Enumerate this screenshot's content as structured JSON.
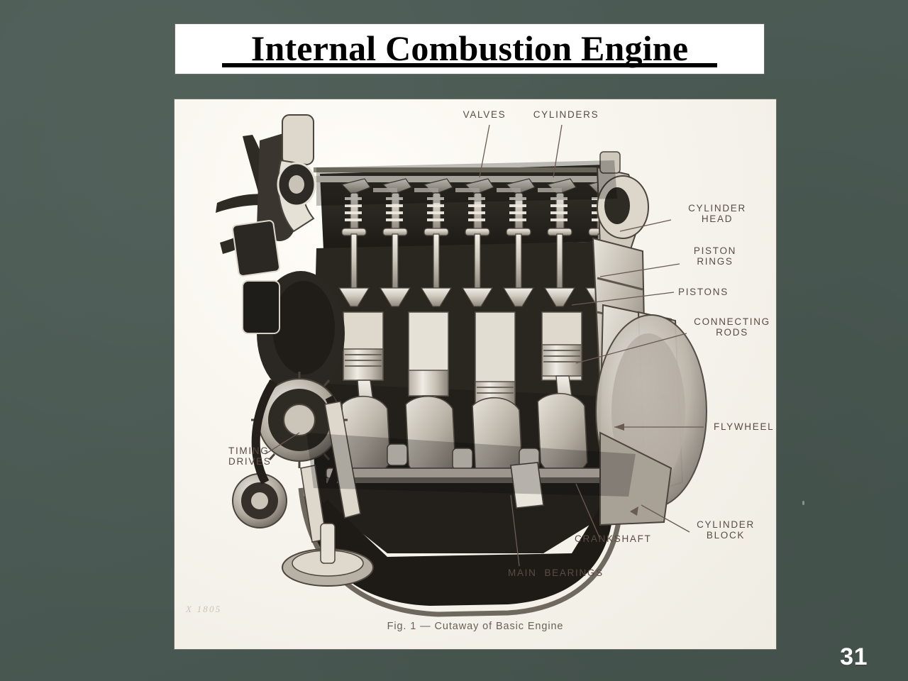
{
  "slide": {
    "background_color": "#4a5953",
    "page_number": "31"
  },
  "title": {
    "text": "Internal Combustion Engine",
    "banner_color": "#ffffff",
    "text_color": "#000000"
  },
  "figure": {
    "caption": "Fig. 1 — Cutaway of Basic Engine",
    "code": "X 1805",
    "paper_color": "#f7f5f0",
    "label_color": "#5a4b45",
    "labels": [
      {
        "id": "valves",
        "text": "VALVES"
      },
      {
        "id": "cylinders",
        "text": "CYLINDERS"
      },
      {
        "id": "cylinder-head",
        "text": "CYLINDER\nHEAD"
      },
      {
        "id": "piston-rings",
        "text": "PISTON\nRINGS"
      },
      {
        "id": "pistons",
        "text": "PISTONS"
      },
      {
        "id": "connecting-rods",
        "text": "CONNECTING\nRODS"
      },
      {
        "id": "flywheel",
        "text": "FLYWHEEL"
      },
      {
        "id": "cylinder-block",
        "text": "CYLINDER\nBLOCK"
      },
      {
        "id": "crankshaft",
        "text": "CRANKSHAFT"
      },
      {
        "id": "main-bearings",
        "text": "MAIN  BEARINGS"
      },
      {
        "id": "timing-drives",
        "text": "TIMING\nDRIVES"
      }
    ]
  }
}
